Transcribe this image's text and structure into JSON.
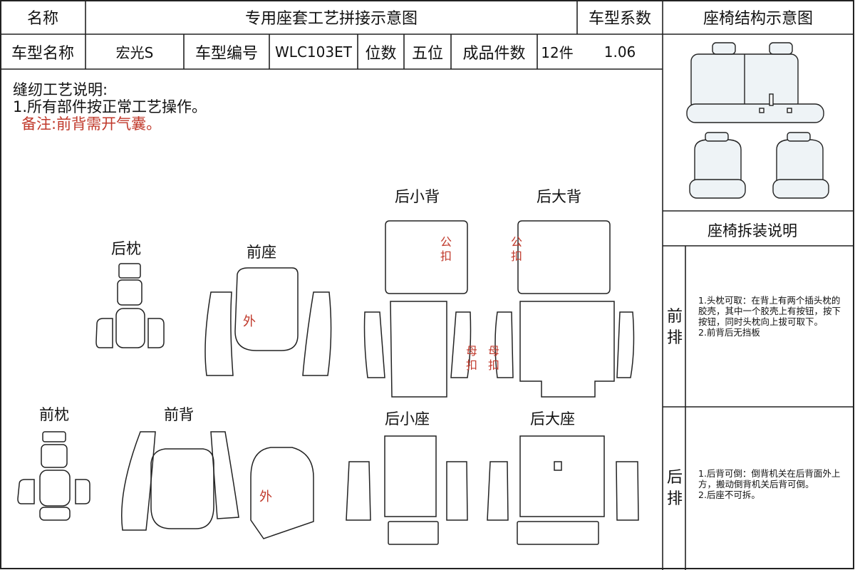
{
  "header": {
    "name_label": "名称",
    "title": "专用座套工艺拼接示意图",
    "coef_label": "车型系数",
    "structure_title": "座椅结构示意图"
  },
  "info": {
    "model_name_label": "车型名称",
    "model_name": "宏光S",
    "model_no_label": "车型编号",
    "model_no": "WLC103ET",
    "seats_label": "位数",
    "seats": "五位",
    "pieces_label": "成品件数",
    "pieces": "12件",
    "coefficient": "1.06"
  },
  "notes": {
    "heading": "缝纫工艺说明:",
    "line1": "1.所有部件按正常工艺操作。",
    "remark": "备注:前背需开气囊。"
  },
  "parts": {
    "rear_headrest": "后枕",
    "front_seat": "前座",
    "rear_small_back": "后小背",
    "rear_large_back": "后大背",
    "front_headrest": "前枕",
    "front_back": "前背",
    "rear_small_seat": "后小座",
    "rear_large_seat": "后大座"
  },
  "tags": {
    "outer": "外",
    "male_buckle_1": "公",
    "male_buckle_2": "扣",
    "female_buckle_1": "母",
    "female_buckle_2": "扣"
  },
  "install": {
    "title": "座椅拆装说明",
    "front_row_1": "前",
    "front_row_2": "排",
    "front_text_1": "1.头枕可取：在背上有两个插头枕的胶壳，其中一个胶壳上有按钮，按下按钮，同时头枕向上拔可取下。",
    "front_text_2": "2.前背后无挡板",
    "rear_row_1": "后",
    "rear_row_2": "排",
    "rear_text_1": "1.后背可倒：倒背机关在后背面外上方，搬动倒背机关后背可倒。",
    "rear_text_2": "2.后座不可拆。"
  },
  "colors": {
    "line": "#222222",
    "remark": "#c0392b",
    "seat_fill": "#eef3f6"
  }
}
